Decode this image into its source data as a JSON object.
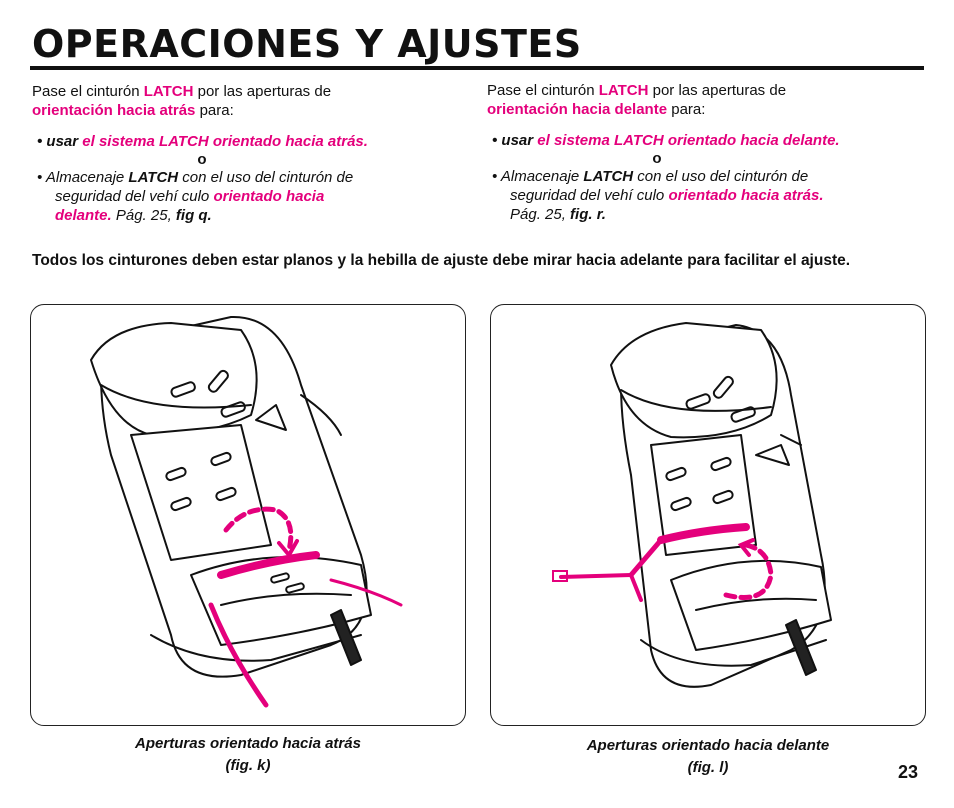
{
  "page": {
    "title": "OPERACIONES Y AJUSTES",
    "page_number": "23"
  },
  "left_col": {
    "intro_1": "Pase el cinturón ",
    "latch": "LATCH",
    "intro_2": " por las aperturas de",
    "direction": "orientación hacia atrás",
    "intro_3": " para:",
    "bullet1_a": "• usar ",
    "bullet1_b": "el sistema LATCH orientado hacia atrás.",
    "or": "o",
    "bullet2_a": "• Almacenaje ",
    "bullet2_b": "LATCH",
    "bullet2_c": " con el uso del cinturón de",
    "bullet2_d": "seguridad del vehí culo ",
    "bullet2_e": "orientado hacia",
    "bullet2_f": "delante.",
    "bullet2_g": " Pág. 25, ",
    "bullet2_h": "fig q."
  },
  "right_col": {
    "intro_1": "Pase el cinturón ",
    "latch": "LATCH",
    "intro_2": " por las aperturas de",
    "direction": "orientación hacia delante",
    "intro_3": " para:",
    "bullet1_a": "• usar ",
    "bullet1_b": "el sistema LATCH orientado hacia delante.",
    "or": "o",
    "bullet2_a": "• Almacenaje ",
    "bullet2_b": "LATCH",
    "bullet2_c": " con el uso del cinturón de",
    "bullet2_d": "seguridad del vehí culo ",
    "bullet2_e": "orientado hacia atrás.",
    "bullet2_g": "Pág. 25, ",
    "bullet2_h": "fig. r."
  },
  "notice": "Todos los cinturones deben estar planos y la hebilla de ajuste debe mirar hacia adelante para facilitar el ajuste.",
  "figures": {
    "left_caption_1": "Aperturas orientado hacia atrás",
    "left_caption_2": "(fig. k)",
    "right_caption_1": "Aperturas orientado hacia delante",
    "right_caption_2": "(fig. l)",
    "accent_color": "#e4007c"
  }
}
